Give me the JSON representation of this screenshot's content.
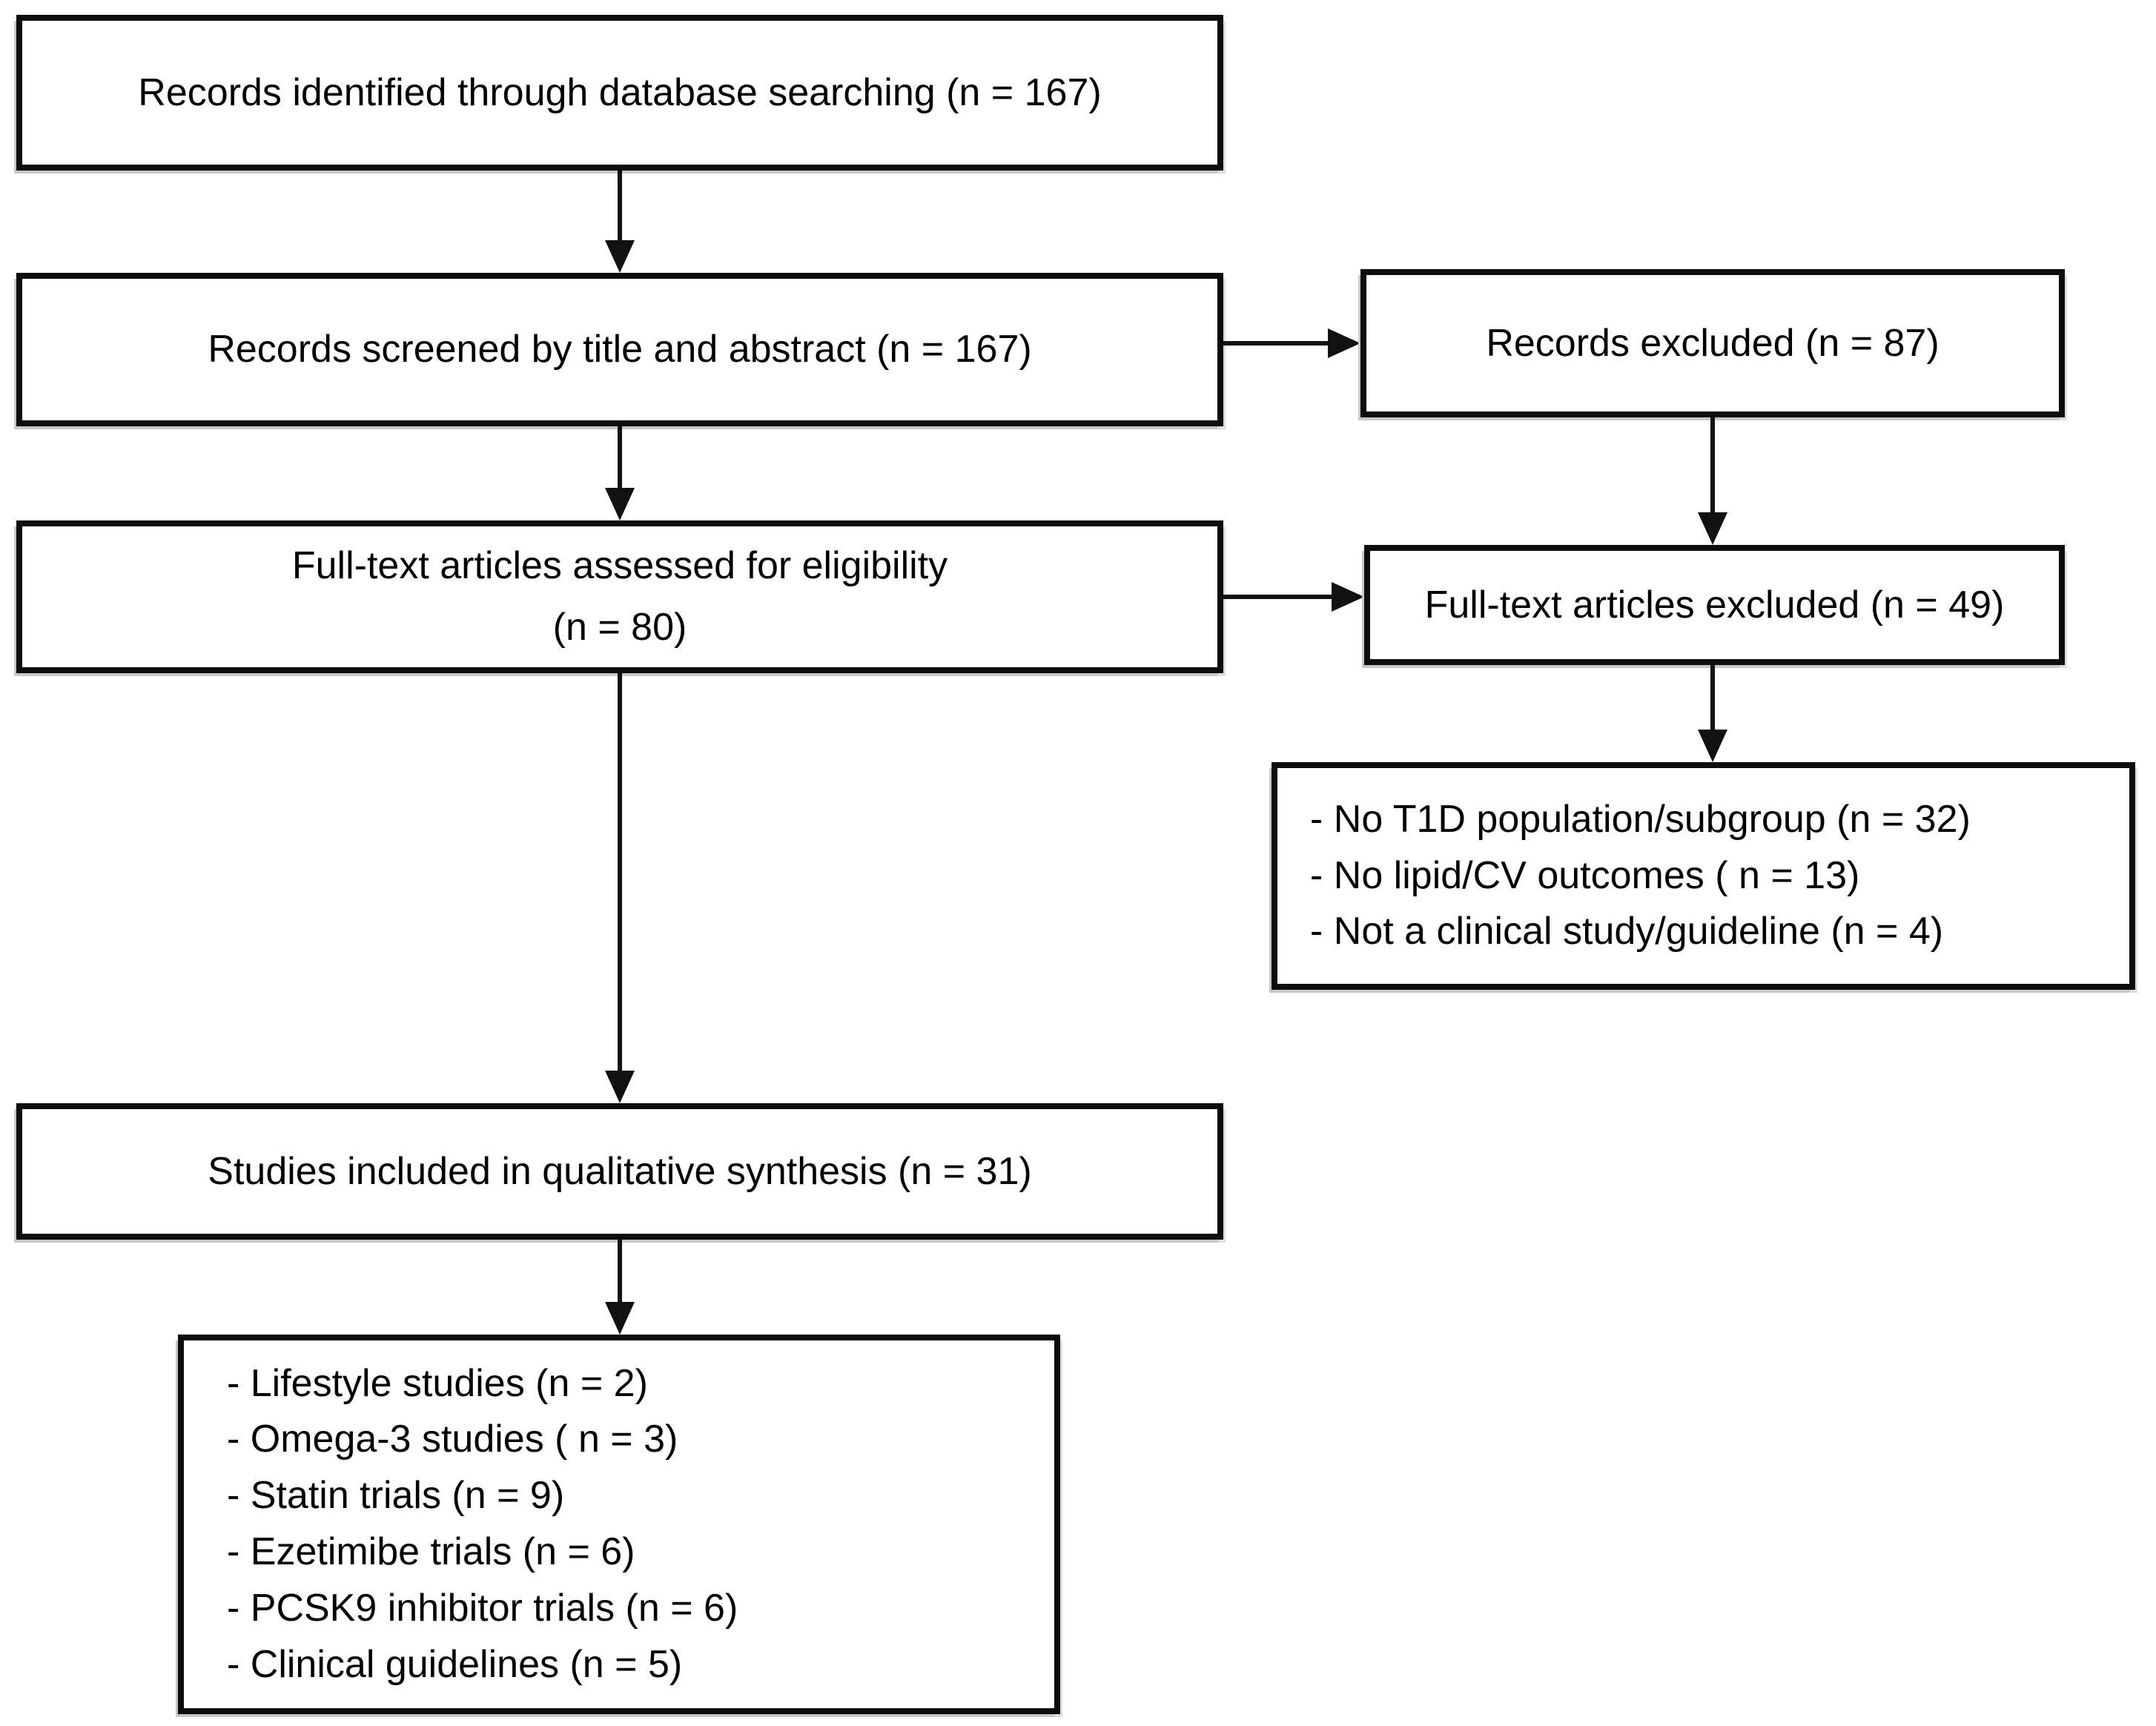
{
  "figure": {
    "type": "prisma-flow-diagram",
    "colors": {
      "background": "#ffffff",
      "box_fill": "#ffffff",
      "box_border": "#0d0d0d",
      "arrow": "#111111",
      "text": "#000000"
    }
  },
  "boxes": {
    "identified": {
      "label": "Records identified through database searching (n = 167)"
    },
    "screened": {
      "label": "Records screened by title and abstract (n = 167)"
    },
    "records_excluded": {
      "label": "Records excluded (n = 87)"
    },
    "fulltext_assessed": {
      "line1": "Full-text articles assessed for eligibility",
      "line2": "(n = 80)"
    },
    "fulltext_excluded": {
      "label": "Full-text articles excluded (n = 49)"
    },
    "exclusion_reasons": {
      "items": [
        "- No T1D population/subgroup (n = 32)",
        "- No lipid/CV outcomes ( n = 13)",
        "- Not a clinical study/guideline (n = 4)"
      ]
    },
    "included": {
      "label": "Studies included in qualitative synthesis (n = 31)"
    },
    "included_breakdown": {
      "items": [
        "- Lifestyle studies (n = 2)",
        "- Omega-3 studies ( n = 3)",
        "- Statin trials (n = 9)",
        "- Ezetimibe trials (n = 6)",
        "- PCSK9 inhibitor trials (n = 6)",
        "- Clinical guidelines (n = 5)"
      ]
    }
  }
}
